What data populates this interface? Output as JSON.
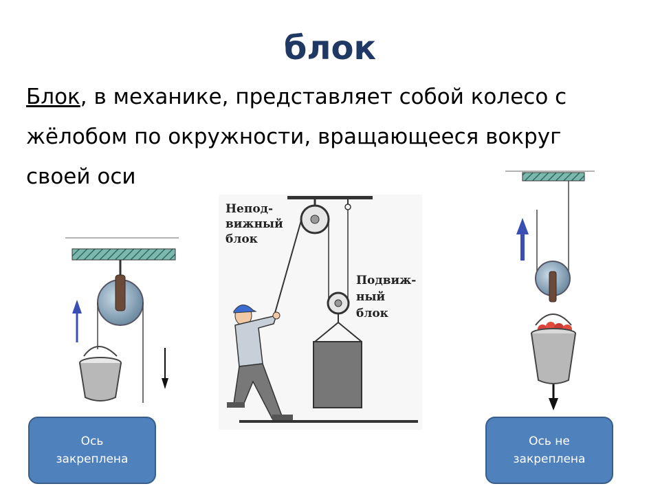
{
  "slide": {
    "title": "блок",
    "definition": {
      "term": "Блок",
      "rest": ", в механике, представляет собой колесо с жёлобом по окружности, вращающееся вокруг своей оси"
    }
  },
  "center_figure": {
    "fixed_label_lines": [
      "Непод-",
      "вижный",
      "блок"
    ],
    "movable_label_lines": [
      "Подвиж-",
      "ный",
      "блок"
    ]
  },
  "left_caption": {
    "line1": "Ось",
    "line2": "закреплена"
  },
  "right_caption": {
    "line1": "Ось не",
    "line2": "закреплена"
  },
  "colors": {
    "title": "#1f3864",
    "caption_box": "#4f81bd",
    "arrow": "#3a4fb3",
    "ceiling": "#4a8c80"
  }
}
